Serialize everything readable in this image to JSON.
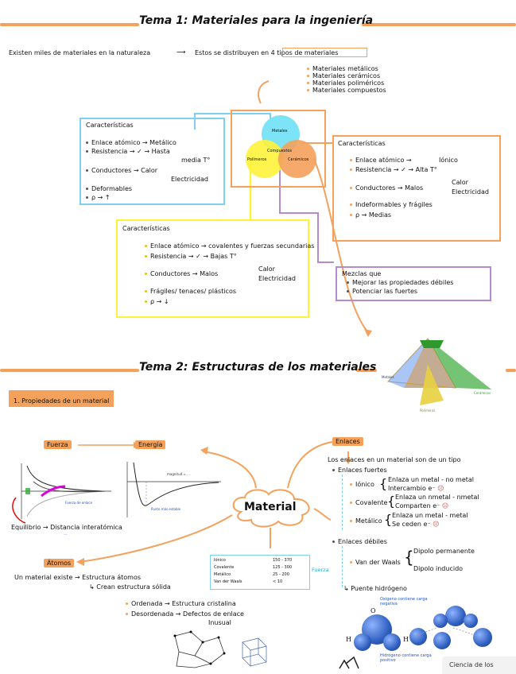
{
  "tema1": {
    "title": "Tema 1: Materiales para la ingeniería",
    "intro": "Existen miles de materiales en la naturaleza",
    "intro2": "Estos se distribuyen en 4 tipos de materiales",
    "types": [
      "Materiales metálicos",
      "Materiales cerámicos",
      "Materiales poliméricos",
      "Materiales compuestos"
    ],
    "venn": {
      "top": "Metales",
      "left": "Polímeros",
      "right": "Cerámicos",
      "center": "Compuestos"
    },
    "blue_box": {
      "heading": "Características",
      "lines": [
        "Enlace atómico → Metálico",
        "Resistencia → ✓ → Hasta",
        "media T°",
        "Conductores → Calor",
        "Electricidad",
        "Deformables",
        "ρ → ↑"
      ]
    },
    "orange_box": {
      "heading": "Características",
      "lines": [
        "Enlace atómico →",
        "Iónico",
        "Resistencia → ✓ → Alta T°",
        "Conductores → Malos",
        "Calor",
        "Electricidad",
        "Indeformables y frágiles",
        "ρ → Medias"
      ]
    },
    "yellow_box": {
      "heading": "Características",
      "lines": [
        "Enlace atómico → covalentes y fuerzas secundarias",
        "Resistencia → ✓ → Bajas T°",
        "Conductores → Malos",
        "Calor",
        "Electricidad",
        "Frágiles/ tenaces/ plásticos",
        "ρ → ↓"
      ]
    },
    "purple_box": {
      "lines": [
        "Mezclas que",
        "Mejorar las propiedades débiles",
        "Potenciar las fuertes"
      ]
    }
  },
  "tema2": {
    "title": "Tema 2: Estructuras de los materiales",
    "section": "1. Propiedades de un material",
    "fuerza": "Fuerza",
    "energia": "Energía",
    "equilibrio": "Equilibrio → Distancia interatómica",
    "material": "Material",
    "atomos": "Átomos",
    "atomos_text1": "Un material existe → Estructura átomos",
    "atomos_text2": "Crean estructura sólida",
    "ordenada": "Ordenada → Estructura cristalina",
    "desordenada": "Desordenada → Defectos de enlace",
    "inusual": "Inusual",
    "fuerza_tag": "Fuerza",
    "enlaces_tag": "Enlaces",
    "enlaces_intro": "Los enlaces en un material son de un tipo",
    "fuertes": "Enlaces fuertes",
    "ionico": "Iónico",
    "ionico_desc1": "Enlaza un metal - no metal",
    "ionico_desc2": "Intercambio e⁻",
    "covalente": "Covalente",
    "covalente_desc1": "Enlaza un nmetal - nmetal",
    "covalente_desc2": "Comparten e⁻",
    "metalico": "Metálico",
    "metalico_desc1": "Enlaza un metal - metal",
    "metalico_desc2": "Se ceden e⁻",
    "debiles": "Enlaces débiles",
    "vdw": "Van der Waals",
    "dipolo1": "Dipolo permanente",
    "dipolo2": "Dipolo inducido",
    "puente": "Puente hidrógeno",
    "water_note1": "Oxígeno contiene carga",
    "water_note2": "negativa",
    "water_note3": "Hidrógeno contiene carga",
    "water_note4": "positivo",
    "corner_text": "Ciencia de los",
    "table": [
      [
        "Iónico",
        "150 - 370"
      ],
      [
        "Covalente",
        "125 - 300"
      ],
      [
        "Metálico",
        "25 - 200"
      ],
      [
        "Van der Waals",
        "< 10"
      ]
    ]
  },
  "colors": {
    "orange": "#f4a15b",
    "blue": "#7fd0f0",
    "yellow": "#fff23a",
    "purple": "#b48ad0",
    "cyan": "#6fe0f5"
  }
}
